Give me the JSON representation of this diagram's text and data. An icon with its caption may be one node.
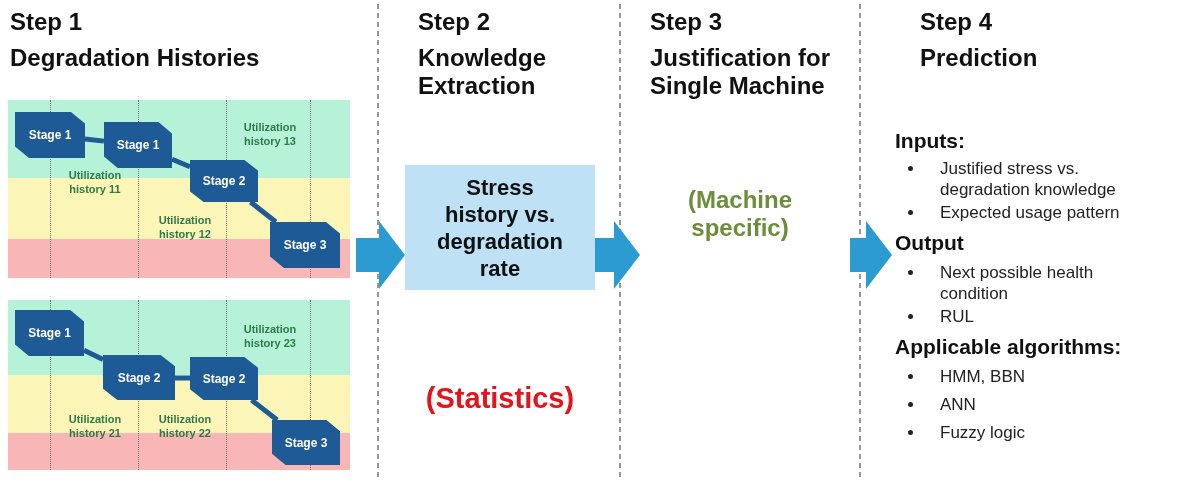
{
  "diagram": {
    "nodes": [
      {
        "text": [
          "Step 1",
          "Degradation Histories"
        ]
      },
      {
        "text": [],
        "shape": "box",
        "in": 0
      },
      {
        "text": [
          "Stage 1"
        ],
        "in": 1
      },
      {
        "text": [
          "Stage 1"
        ],
        "in": 1
      },
      {
        "text": [
          "Stage 2"
        ],
        "in": 1
      },
      {
        "text": [
          "Stage 3"
        ],
        "in": 1
      },
      {
        "text": [],
        "shape": "box",
        "in": 0
      },
      {
        "text": [
          "Stage 1"
        ],
        "in": 6
      },
      {
        "text": [
          "Stage 2"
        ],
        "in": 6
      },
      {
        "text": [
          "Stage 2"
        ],
        "in": 6
      },
      {
        "text": [
          "Stage 3"
        ],
        "in": 6
      },
      {
        "text": [
          "Step 2",
          "Knowledge Extraction"
        ]
      },
      {
        "text": [
          "Stress history vs. degradation rate"
        ],
        "in": 11,
        "beside": [
          "(Statistics)"
        ]
      },
      {
        "text": [
          "Step 3",
          "Justification for Single Machine",
          "(Machine specific)"
        ]
      },
      {
        "text": [
          "Step 4",
          "Prediction",
          "Inputs:",
          "Justified stress vs. degradation knowledge",
          "Expected usage pattern",
          "Output",
          "Next possible health condition",
          "RUL",
          "Applicable algorithms:",
          "HMM, BBN",
          "ANN",
          "Fuzzy logic"
        ]
      }
    ],
    "edges": [
      {
        "from": 2,
        "to": 3,
        "arrow": "none"
      },
      {
        "from": 3,
        "to": 4,
        "arrow": "none"
      },
      {
        "from": 4,
        "to": 5,
        "arrow": "none"
      },
      {
        "from": 7,
        "to": 8,
        "arrow": "none"
      },
      {
        "from": 8,
        "to": 9,
        "arrow": "none"
      },
      {
        "from": 9,
        "to": 10,
        "arrow": "none"
      },
      {
        "from": 0,
        "to": 12,
        "arrow": "to",
        "style": "thick"
      },
      {
        "from": 12,
        "to": 13,
        "arrow": "to",
        "style": "thick"
      },
      {
        "from": 13,
        "to": 14,
        "arrow": "to",
        "style": "thick"
      }
    ],
    "labels": [
      "Utilization history 13",
      "Utilization history 11",
      "Utilization history 12",
      "Utilization history 23",
      "Utilization history 21",
      "Utilization history 22"
    ]
  }
}
